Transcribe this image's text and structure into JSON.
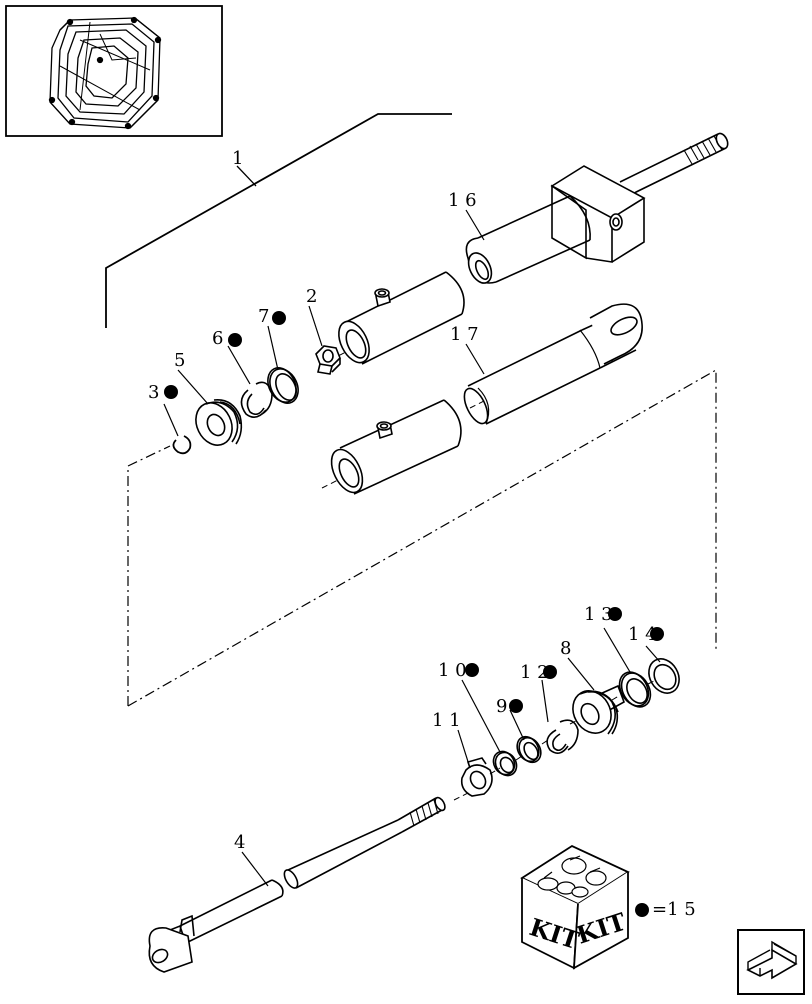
{
  "callouts": {
    "c1": "1",
    "c2": "2",
    "c3": "3",
    "c4": "4",
    "c5": "5",
    "c6": "6",
    "c7": "7",
    "c8": "8",
    "c9": "9",
    "c10": "1 0",
    "c11": "1 1",
    "c12": "1 2",
    "c13": "1 3",
    "c14": "1 4",
    "c16": "1 6",
    "c17": "1 7"
  },
  "kit": {
    "label_left": "KIT",
    "label_right": "KIT",
    "legend_text": "=1 5"
  },
  "icons": {
    "thumbnail": "baler-thumbnail-icon",
    "kit_box": "kit-box-icon",
    "kit_marker": "filled-dot-marker-icon",
    "navigation": "return-arrow-icon"
  },
  "colors": {
    "line": "#000000",
    "background": "#ffffff",
    "fill": "#ffffff"
  }
}
